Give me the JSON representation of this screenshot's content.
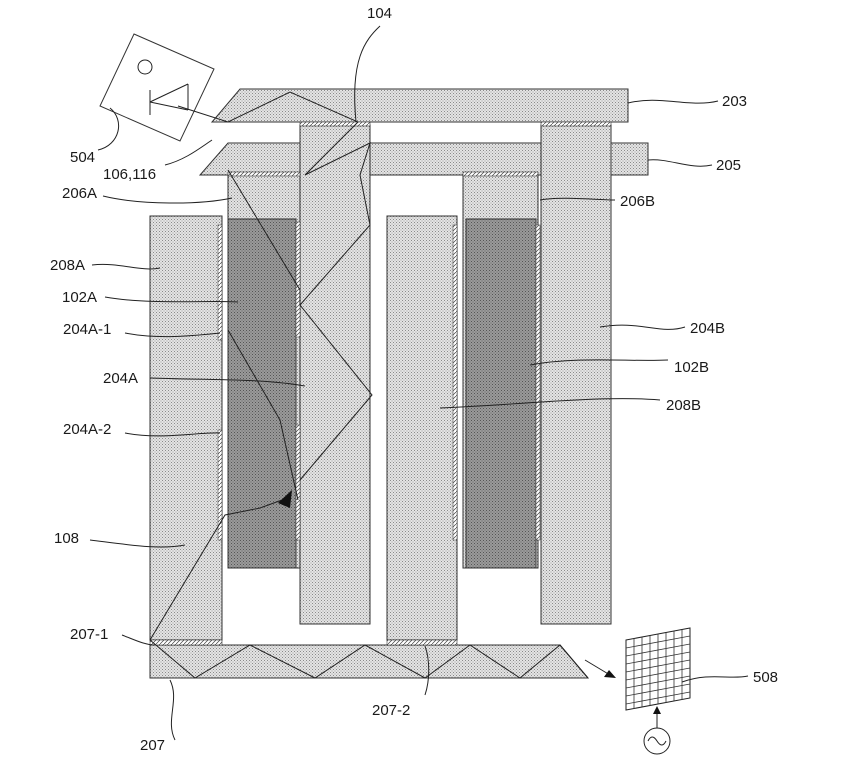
{
  "labels": {
    "l104": "104",
    "l203": "203",
    "l205": "205",
    "l504": "504",
    "l106": "106,116",
    "l206A": "206A",
    "l206B": "206B",
    "l208A": "208A",
    "l102A": "102A",
    "l204A1": "204A-1",
    "l204A": "204A",
    "l204A2": "204A-2",
    "l204B": "204B",
    "l102B": "102B",
    "l208B": "208B",
    "l108": "108",
    "l2071": "207-1",
    "l2072": "207-2",
    "l207": "207",
    "l508": "508"
  },
  "colors": {
    "dotted_fill": "#d8d8d8",
    "dense_fill": "#8e8e8e",
    "line": "#222222"
  },
  "icons": {
    "source": "diode-source-icon",
    "detector": "grid-detector-icon",
    "ac": "ac-source-icon"
  }
}
